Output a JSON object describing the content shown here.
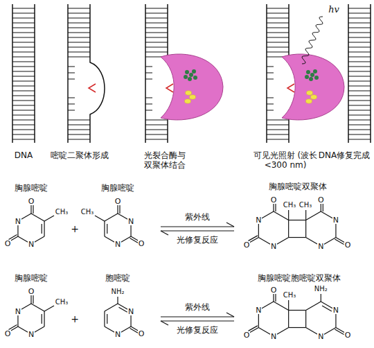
{
  "diagram": {
    "labels": [
      "hv",
      "DNA",
      "嘧啶二聚体形成",
      "光裂合酶与 双聚体结合",
      "可见光照射 (波长<300 nm)",
      "DNA修复完成",
      "胸腺嘧啶",
      "+",
      "胸腺嘧啶",
      "紫外线",
      "光修复反应",
      "胸腺嘧啶双聚体",
      "O",
      "CH₃",
      "N",
      "O",
      "N",
      "O",
      "CH₃",
      "N",
      "O",
      "N",
      "O",
      "CH₃",
      "CH₃",
      "O",
      "N",
      "N",
      "O",
      "O",
      "N",
      "N",
      "胸腺嘧啶",
      "+",
      "胞嘧啶",
      "紫外线",
      "光修复反应",
      "胸腺嘧啶胞嘧啶双聚体",
      "O",
      "CH₃",
      "N",
      "O",
      "N",
      "NH₂",
      "N",
      "O",
      "N",
      "O",
      "CH₃",
      "NH₂",
      "N",
      "N",
      "O",
      "O",
      "N",
      "N"
    ]
  }
}
